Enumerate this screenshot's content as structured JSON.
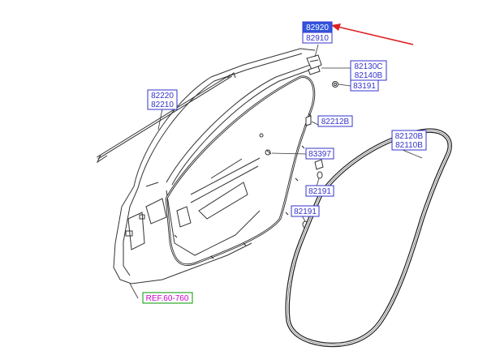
{
  "diagram": {
    "callouts": [
      {
        "id": "c-82920",
        "lines": [
          "82920"
        ],
        "highlight": true
      },
      {
        "id": "c-82910",
        "lines": [
          "82910"
        ]
      },
      {
        "id": "c-82130",
        "lines": [
          "82130C",
          "82140B"
        ]
      },
      {
        "id": "c-83191",
        "lines": [
          "83191"
        ]
      },
      {
        "id": "c-82220",
        "lines": [
          "82220",
          "82210"
        ]
      },
      {
        "id": "c-82212",
        "lines": [
          "82212B"
        ]
      },
      {
        "id": "c-83397",
        "lines": [
          "83397"
        ]
      },
      {
        "id": "c-82191a",
        "lines": [
          "82191"
        ]
      },
      {
        "id": "c-82191b",
        "lines": [
          "82191"
        ]
      },
      {
        "id": "c-82120",
        "lines": [
          "82120B",
          "82110B"
        ]
      }
    ],
    "reference": {
      "text": "REF.60-760"
    },
    "colors": {
      "callout_border": "#3333cc",
      "callout_text": "#3333cc",
      "highlight_fill": "#3355dd",
      "highlight_text": "#ffffff",
      "reference_border": "#009900",
      "reference_text": "#cc00cc",
      "arrow": "#dd2222",
      "line": "#333333"
    }
  }
}
